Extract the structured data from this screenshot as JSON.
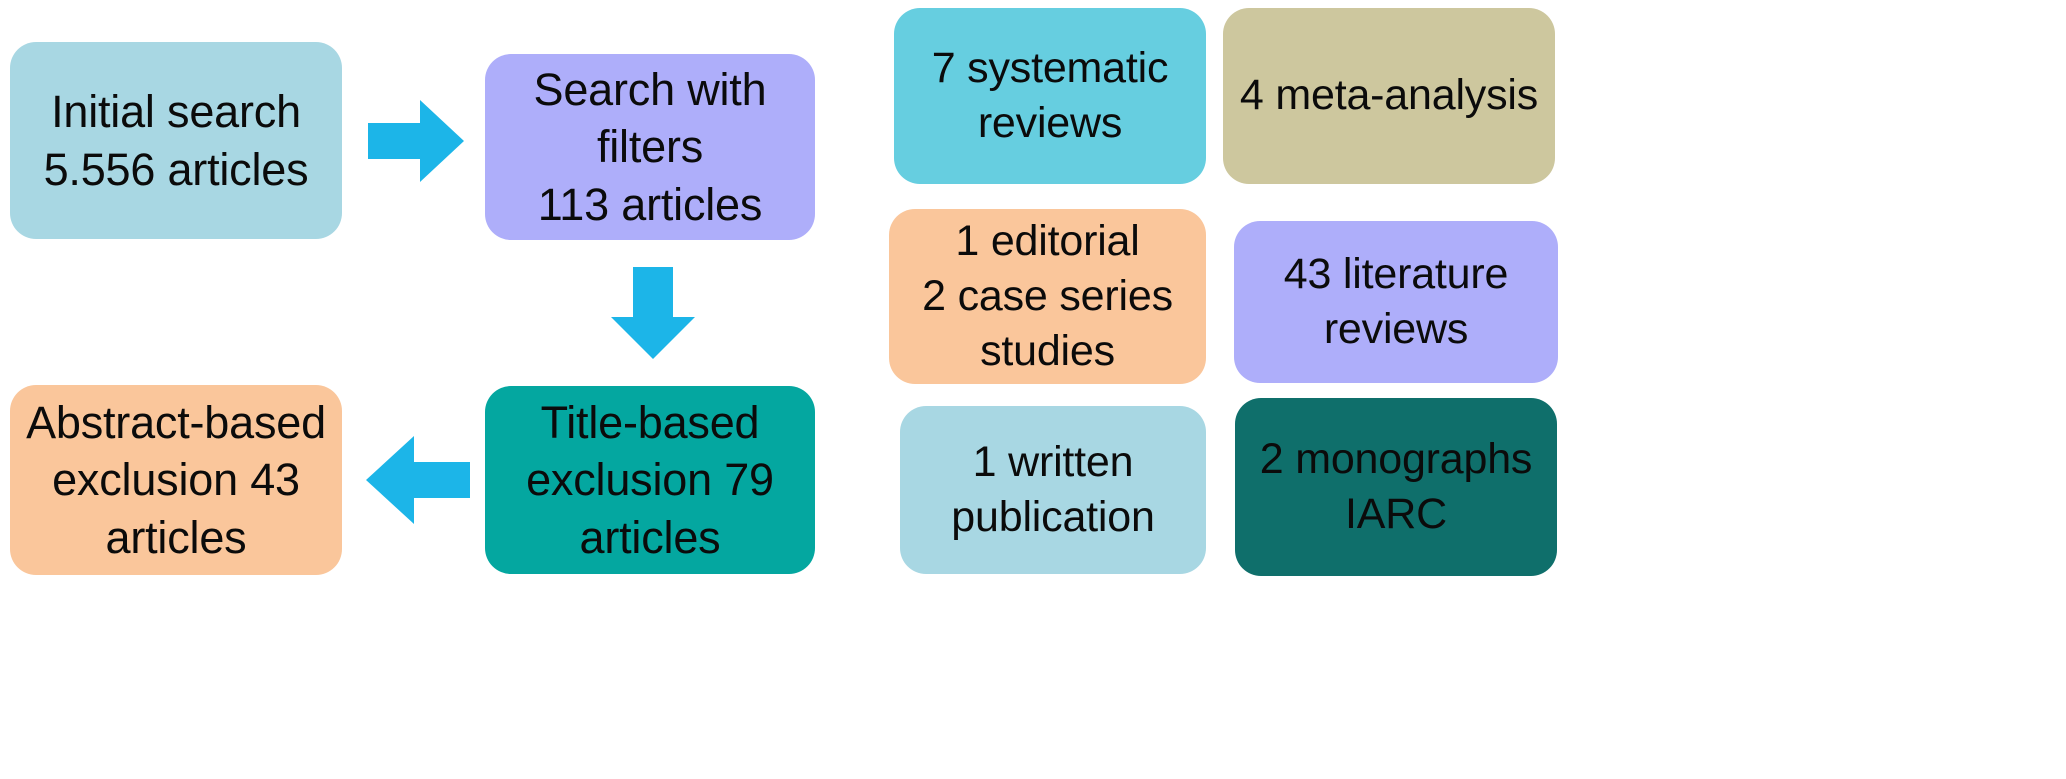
{
  "diagram": {
    "type": "flowchart",
    "title": "Article selection flow diagram",
    "background_color": "#ffffff",
    "arrow_color": "#1cb5e8",
    "text_color": "#0b0b0b"
  },
  "flow_nodes": [
    {
      "id": "initial-search",
      "label": "Initial search\n5.556 articles",
      "color": "#a8d7e3",
      "count": 5556,
      "stage": "identification"
    },
    {
      "id": "search-filters",
      "label": "Search with filters\n113 articles",
      "color": "#aeaefa",
      "count": 113,
      "stage": "screening"
    },
    {
      "id": "title-exclusion",
      "label": "Title-based\nexclusion 79\narticles",
      "color": "#04a7a0",
      "count": 79,
      "stage": "screening"
    },
    {
      "id": "abstract-exclusion",
      "label": "Abstract-based\nexclusion 43\narticles",
      "color": "#fac69b",
      "count": 43,
      "stage": "eligibility"
    }
  ],
  "arrows": [
    {
      "id": "arrow-right-1",
      "direction": "right",
      "from": "initial-search",
      "to": "search-filters",
      "color": "#1cb5e8"
    },
    {
      "id": "arrow-down-1",
      "direction": "down",
      "from": "search-filters",
      "to": "title-exclusion",
      "color": "#1cb5e8"
    },
    {
      "id": "arrow-left-1",
      "direction": "left",
      "from": "title-exclusion",
      "to": "abstract-exclusion",
      "color": "#1cb5e8"
    }
  ],
  "result_nodes": [
    {
      "id": "systematic-reviews",
      "label": "7 systematic\nreviews",
      "color": "#66cee0",
      "count": 7,
      "kind": "systematic reviews"
    },
    {
      "id": "meta-analysis",
      "label": "4 meta-analysis",
      "color": "#cdc79e",
      "count": 4,
      "kind": "meta-analysis"
    },
    {
      "id": "editorial-case",
      "label": "1 editorial\n2 case series\nstudies",
      "color": "#fac69b",
      "count": 3,
      "kind": "editorial / case series studies"
    },
    {
      "id": "literature-reviews",
      "label": "43 literature\nreviews",
      "color": "#aeaefa",
      "count": 43,
      "kind": "literature reviews"
    },
    {
      "id": "written-publication",
      "label": "1 written\npublication",
      "color": "#a8d7e3",
      "count": 1,
      "kind": "written publication"
    },
    {
      "id": "monographs-iarc",
      "label": "2 monographs\nIARC",
      "color": "#0f6f6b",
      "count": 2,
      "kind": "IARC monographs"
    }
  ]
}
